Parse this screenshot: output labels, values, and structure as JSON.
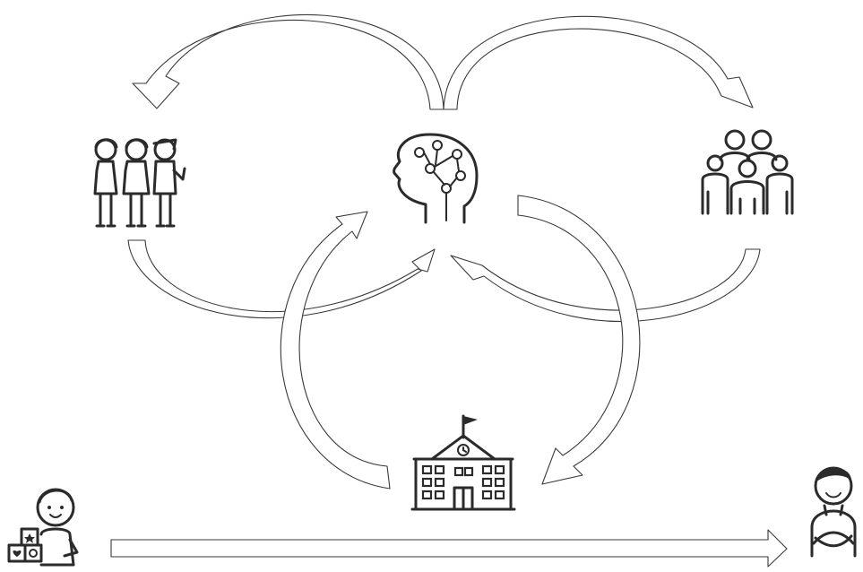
{
  "diagram": {
    "nodes": [
      {
        "id": "brain",
        "icon": "brain-circuit-icon"
      },
      {
        "id": "friends",
        "icon": "peer-group-icon"
      },
      {
        "id": "family",
        "icon": "family-group-icon"
      },
      {
        "id": "school",
        "icon": "school-building-icon"
      },
      {
        "id": "child",
        "icon": "child-with-blocks-icon"
      },
      {
        "id": "adult",
        "icon": "adult-person-icon"
      }
    ],
    "edges": [
      {
        "from": "brain",
        "to": "friends"
      },
      {
        "from": "brain",
        "to": "family"
      },
      {
        "from": "friends",
        "to": "brain"
      },
      {
        "from": "family",
        "to": "brain"
      },
      {
        "from": "school",
        "to": "brain"
      },
      {
        "from": "brain",
        "to": "school"
      },
      {
        "from": "child",
        "to": "adult"
      }
    ]
  }
}
